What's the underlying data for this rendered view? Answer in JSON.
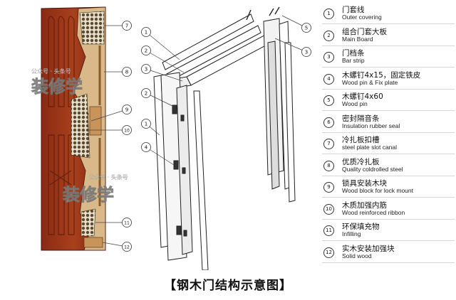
{
  "caption": "【钢木门结构示意图】",
  "watermarks": [
    {
      "small": "公众号 · 头条号",
      "big": "装修学"
    },
    {
      "small": "公众号 · 头条号",
      "big": "装修学"
    }
  ],
  "legend": [
    {
      "num": "1",
      "zh": "门套线",
      "en": "Outer covering"
    },
    {
      "num": "2",
      "zh": "组合门套大板",
      "en": "Main Board"
    },
    {
      "num": "3",
      "zh": "门档条",
      "en": "Bar strip"
    },
    {
      "num": "4",
      "zh": "木螺钉4x15，固定铁皮",
      "en": "Wood pin & Fix plate"
    },
    {
      "num": "5",
      "zh": "木螺钉4x60",
      "en": "Wood pin"
    },
    {
      "num": "6",
      "zh": "密封隔音条",
      "en": "Insulation rubber seal"
    },
    {
      "num": "7",
      "zh": "冷扎板扣槽",
      "en": "steel plate slot canal"
    },
    {
      "num": "8",
      "zh": "优质冷扎板",
      "en": "Quality coldrolled steel"
    },
    {
      "num": "9",
      "zh": "锁具安装木块",
      "en": "Wood block for lock mount"
    },
    {
      "num": "10",
      "zh": "木质加强内筋",
      "en": "Wood reinforced ribbon"
    },
    {
      "num": "11",
      "zh": "环保填充物",
      "en": "Infilling"
    },
    {
      "num": "12",
      "zh": "实木安装加强块",
      "en": "Solid wood"
    }
  ],
  "door_callouts": [
    "7",
    "8",
    "9",
    "10",
    "11",
    "12"
  ],
  "frame_callouts_left": [
    "1",
    "2",
    "3",
    "2",
    "1",
    "4"
  ],
  "frame_callouts_right": [
    "5",
    "3"
  ]
}
